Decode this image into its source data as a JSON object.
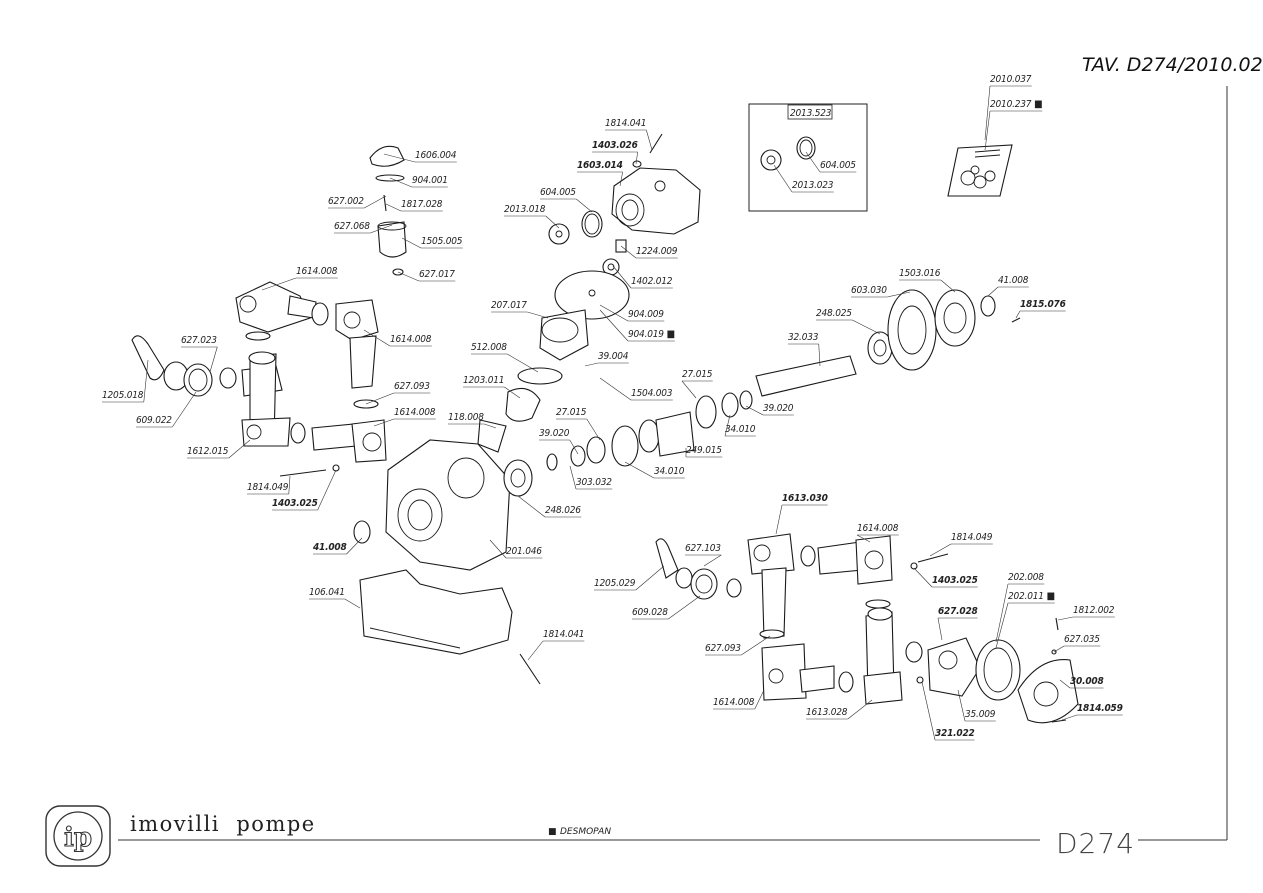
{
  "sheet_title": "TAV. D274/2010.02",
  "brand": {
    "logo_letters": "ip",
    "name": "imovilli  pompe"
  },
  "model_code": "D274",
  "legend": {
    "marker": "■",
    "text": "DESMOPAN"
  },
  "kit_box_label": "2013.523",
  "labels": [
    "2010.037",
    "2010.237 ■",
    "1814.041",
    "1403.026",
    "1603.014",
    "604.005",
    "2013.018",
    "1224.009",
    "1402.012",
    "904.009",
    "904.019 ■",
    "604.005",
    "2013.023",
    "1606.004",
    "904.001",
    "627.002",
    "1817.028",
    "627.068",
    "1505.005",
    "627.017",
    "1614.008",
    "1614.008",
    "627.023",
    "1205.018",
    "609.022",
    "627.093",
    "1614.008",
    "1612.015",
    "207.017",
    "512.008",
    "39.004",
    "1504.003",
    "1203.011",
    "118.008",
    "27.015",
    "39.020",
    "303.032",
    "34.010",
    "27.015",
    "249.015",
    "34.010",
    "39.020",
    "32.033",
    "248.025",
    "603.030",
    "1503.016",
    "41.008",
    "1815.076",
    "1814.049",
    "1403.025",
    "248.026",
    "201.046",
    "41.008",
    "106.041",
    "1814.041",
    "1613.030",
    "1614.008",
    "1814.049",
    "1403.025",
    "627.103",
    "1205.029",
    "609.028",
    "627.093",
    "1614.008",
    "1613.028",
    "627.028",
    "202.008",
    "202.011 ■",
    "1812.002",
    "627.035",
    "35.009",
    "30.008",
    "1814.059",
    "321.022"
  ]
}
